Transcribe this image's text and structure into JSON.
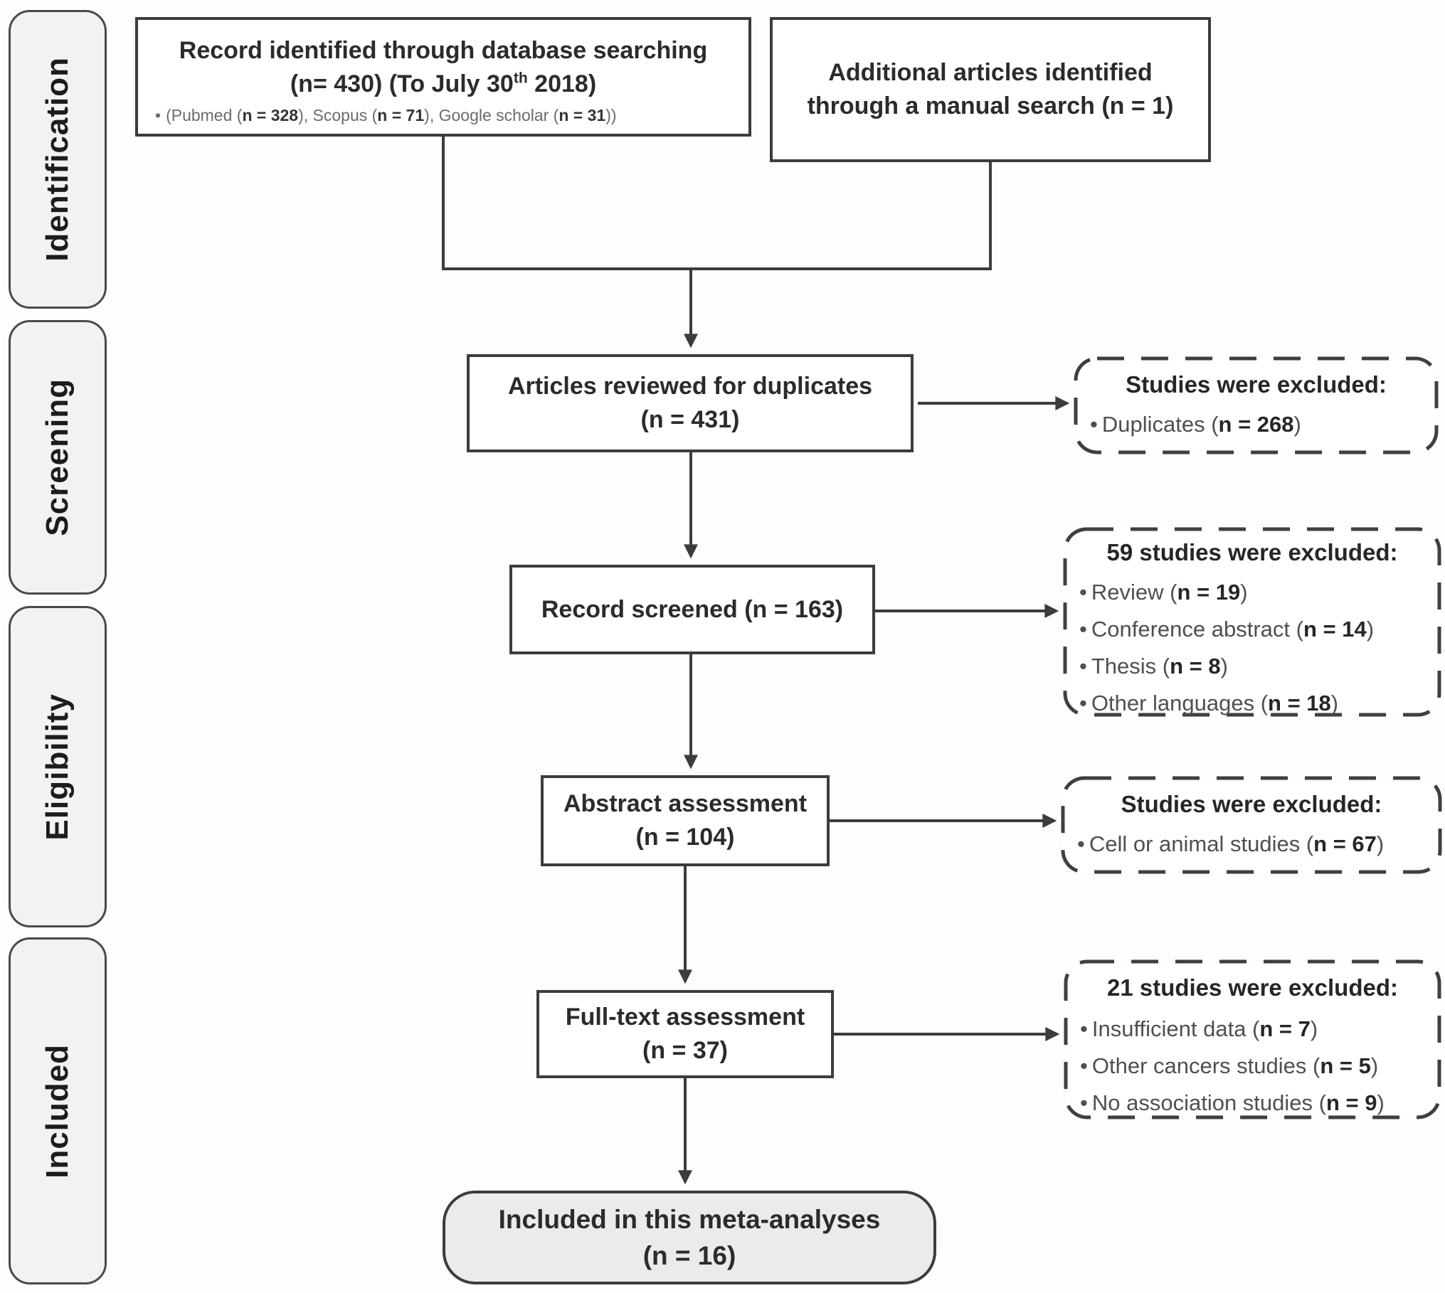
{
  "glyphs": {
    "bullet": "•"
  },
  "stages": [
    {
      "label": "Identification"
    },
    {
      "label": "Screening"
    },
    {
      "label": "Eligibility"
    },
    {
      "label": "Included"
    }
  ],
  "boxes": {
    "database_search": {
      "title_line1": "Record identified through database searching",
      "title_line2_pre": "(n= 430) (To July 30",
      "title_line2_sup": "th",
      "title_line2_post": " 2018)",
      "note": {
        "p1": "(Pubmed (",
        "b1": "n = 328",
        "p2": "), Scopus (",
        "b2": "n = 71",
        "p3": "), Google scholar (",
        "b3": "n = 31",
        "p4": "))"
      }
    },
    "manual_search": {
      "line1": "Additional articles identified",
      "line2": "through a manual search (n = 1)"
    },
    "duplicates_review": {
      "line1": "Articles reviewed for duplicates",
      "line2": "(n = 431)"
    },
    "records_screened": {
      "line1": "Record screened (n = 163)"
    },
    "abstract_assessment": {
      "line1": "Abstract assessment",
      "line2": "(n = 104)"
    },
    "fulltext_assessment": {
      "line1": "Full-text assessment",
      "line2": "(n = 37)"
    },
    "included_meta": {
      "line1": "Included in this meta-analyses",
      "line2": "(n = 16)"
    }
  },
  "exclusions": [
    {
      "title": "Studies were excluded:",
      "items": [
        {
          "pre": "Duplicates (",
          "bold": "n = 268",
          "post": ")"
        }
      ]
    },
    {
      "title": "59 studies were excluded:",
      "items": [
        {
          "pre": "Review (",
          "bold": "n = 19",
          "post": ")"
        },
        {
          "pre": "Conference abstract (",
          "bold": "n = 14",
          "post": ")"
        },
        {
          "pre": "Thesis (",
          "bold": "n = 8",
          "post": ")"
        },
        {
          "pre": "Other languages (",
          "bold": "n = 18",
          "post": ")"
        }
      ]
    },
    {
      "title": "Studies were excluded:",
      "items": [
        {
          "pre": "Cell or animal studies (",
          "bold": "n = 67",
          "post": ")"
        }
      ]
    },
    {
      "title": "21 studies were excluded:",
      "items": [
        {
          "pre": "Insufficient data (",
          "bold": "n = 7",
          "post": ")"
        },
        {
          "pre": "Other cancers studies (",
          "bold": "n = 5",
          "post": ")"
        },
        {
          "pre": "No association studies (",
          "bold": "n = 9",
          "post": ")"
        }
      ]
    }
  ],
  "colors": {
    "stroke": "#3c3c3c",
    "box_fill": "#ffffff",
    "stage_fill": "#f2f2f0",
    "terminal_fill": "#ebebe9",
    "text": "#2b2b2b",
    "muted_text": "#5f5f5f"
  }
}
